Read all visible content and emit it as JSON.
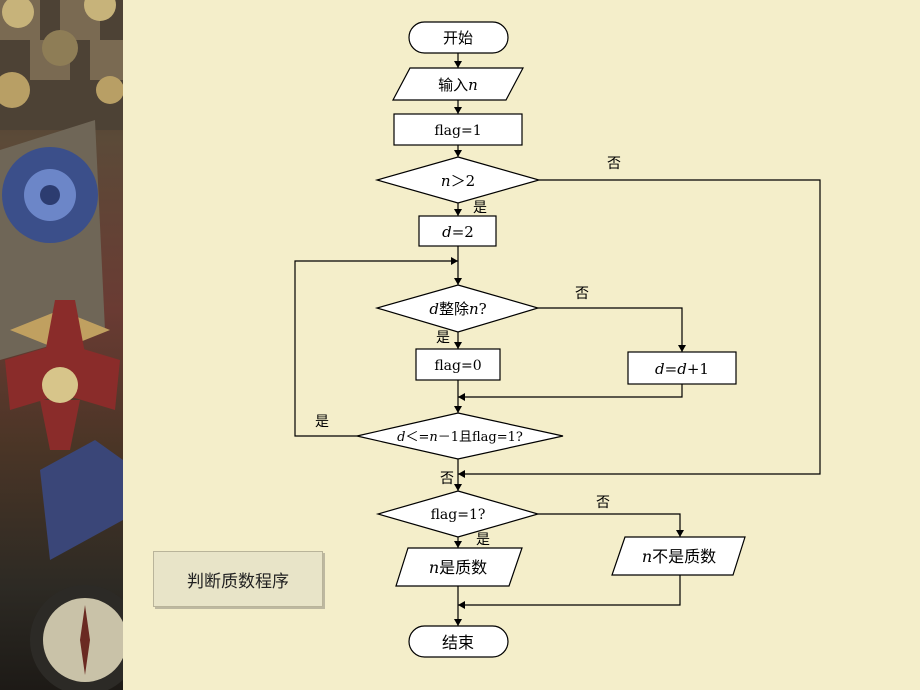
{
  "caption": "判断质数程序",
  "flowchart": {
    "start": "开始",
    "input": {
      "prefix": "输入",
      "var": "n"
    },
    "init_flag": "flag=1",
    "cond_n": {
      "var": "n",
      "rest": "＞2"
    },
    "set_d": {
      "var": "d",
      "rest": "=2"
    },
    "cond_div": {
      "var1": "d",
      "mid": "整除",
      "var2": "n",
      "end": "?"
    },
    "flag_zero": "flag=0",
    "inc_d": {
      "a": "d",
      "eq": "=",
      "b": "d",
      "rest": "+1"
    },
    "cond_loop": {
      "var1": "d",
      "mid": "＜=",
      "var2": "n",
      "end": "－1且flag=1?"
    },
    "cond_flag": "flag=1?",
    "out_prime": {
      "var": "n",
      "rest": "是质数"
    },
    "out_not_prime": {
      "var": "n",
      "rest": "不是质数"
    },
    "end": "结束",
    "yes": "是",
    "no": "否"
  }
}
